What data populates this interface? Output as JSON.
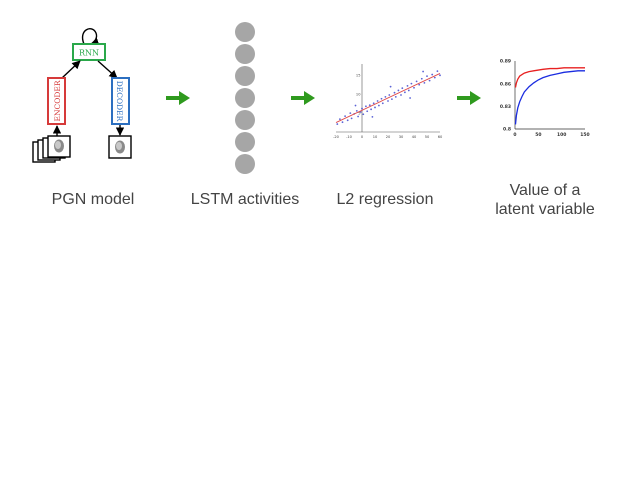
{
  "pgn": {
    "rnn_label": "RNN",
    "encoder_label": "ENCODER",
    "decoder_label": "DECODER",
    "caption": "PGN model"
  },
  "lstm": {
    "caption": "LSTM activities",
    "unit_count": 7
  },
  "regression": {
    "caption": "L2 regression",
    "y_ticks": [
      "15",
      "10",
      "5"
    ],
    "x_ticks": [
      "-20",
      "-10",
      "0",
      "10",
      "20",
      "30",
      "40",
      "50",
      "60"
    ]
  },
  "latent": {
    "caption_line1": "Value of a",
    "caption_line2": "latent variable",
    "y_ticks": [
      "0.89",
      "0.86",
      "0.83",
      "0.8"
    ],
    "x_ticks": [
      "0",
      "50",
      "100",
      "150"
    ]
  },
  "colors": {
    "rnn": "#2aa84a",
    "encoder": "#d63a3a",
    "decoder": "#2c6fc0",
    "arrow": "#2f9a1e",
    "neuron": "#a6a6a6",
    "red_series": "#e82020",
    "blue_series": "#1a2ce0"
  },
  "chart_data": [
    {
      "type": "scatter",
      "title": "",
      "x_ticks": [
        "-20",
        "-10",
        "0",
        "10",
        "20",
        "30",
        "40",
        "50",
        "60"
      ],
      "y_ticks": [
        "15",
        "10",
        "5"
      ],
      "xlim": [
        -20,
        60
      ],
      "ylim": [
        0,
        18
      ],
      "series": [
        {
          "points": [
            [
              -19,
              2.1
            ],
            [
              -17,
              3.4
            ],
            [
              -15,
              2.6
            ],
            [
              -13,
              4.2
            ],
            [
              -11,
              3.1
            ],
            [
              -9,
              5.0
            ],
            [
              -8,
              3.6
            ],
            [
              -6,
              4.8
            ],
            [
              -4,
              5.6
            ],
            [
              -3,
              4.1
            ],
            [
              -1,
              5.3
            ],
            [
              0,
              6.2
            ],
            [
              1,
              4.7
            ],
            [
              3,
              6.8
            ],
            [
              4,
              5.5
            ],
            [
              6,
              7.1
            ],
            [
              7,
              6.0
            ],
            [
              9,
              7.6
            ],
            [
              10,
              6.5
            ],
            [
              12,
              8.2
            ],
            [
              13,
              7.0
            ],
            [
              15,
              8.8
            ],
            [
              16,
              7.6
            ],
            [
              18,
              9.3
            ],
            [
              20,
              8.2
            ],
            [
              21,
              9.8
            ],
            [
              23,
              8.7
            ],
            [
              25,
              10.4
            ],
            [
              26,
              9.3
            ],
            [
              28,
              11.0
            ],
            [
              30,
              9.8
            ],
            [
              31,
              11.6
            ],
            [
              33,
              10.5
            ],
            [
              35,
              12.2
            ],
            [
              36,
              11.0
            ],
            [
              38,
              12.8
            ],
            [
              40,
              11.7
            ],
            [
              42,
              13.4
            ],
            [
              44,
              12.5
            ],
            [
              46,
              14.1
            ],
            [
              48,
              13.0
            ],
            [
              50,
              14.8
            ],
            [
              52,
              13.6
            ],
            [
              54,
              15.2
            ],
            [
              56,
              14.4
            ],
            [
              58,
              16.1
            ],
            [
              60,
              15.0
            ],
            [
              -5,
              7.0
            ],
            [
              8,
              4.0
            ],
            [
              22,
              12.0
            ],
            [
              37,
              9.0
            ],
            [
              47,
              16.0
            ]
          ]
        }
      ],
      "fit_line": [
        [
          -20,
          2.5
        ],
        [
          60,
          15.5
        ]
      ]
    },
    {
      "type": "line",
      "title": "",
      "x_ticks": [
        "0",
        "50",
        "100",
        "150"
      ],
      "y_ticks": [
        "0.89",
        "0.86",
        "0.83",
        "0.8"
      ],
      "xlim": [
        0,
        150
      ],
      "ylim": [
        0.8,
        0.89
      ],
      "series": [
        {
          "color": "red",
          "x": [
            1,
            3,
            6,
            10,
            15,
            20,
            30,
            40,
            50,
            60,
            75,
            90,
            105,
            120,
            135,
            150
          ],
          "values": [
            0.855,
            0.861,
            0.866,
            0.87,
            0.872,
            0.874,
            0.876,
            0.877,
            0.878,
            0.879,
            0.88,
            0.88,
            0.881,
            0.881,
            0.881,
            0.881
          ]
        },
        {
          "color": "blue",
          "x": [
            1,
            3,
            6,
            10,
            15,
            20,
            30,
            40,
            50,
            60,
            75,
            90,
            105,
            120,
            135,
            150
          ],
          "values": [
            0.806,
            0.818,
            0.828,
            0.836,
            0.843,
            0.849,
            0.856,
            0.861,
            0.865,
            0.868,
            0.871,
            0.873,
            0.875,
            0.876,
            0.877,
            0.877
          ]
        }
      ]
    }
  ]
}
